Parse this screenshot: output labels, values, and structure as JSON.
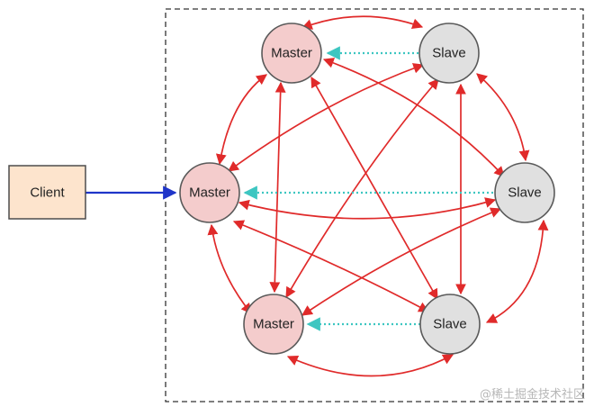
{
  "client": {
    "label": "Client"
  },
  "nodes": [
    {
      "id": "master-1",
      "label": "Master",
      "role": "master"
    },
    {
      "id": "slave-1",
      "label": "Slave",
      "role": "slave"
    },
    {
      "id": "master-2",
      "label": "Master",
      "role": "master"
    },
    {
      "id": "slave-2",
      "label": "Slave",
      "role": "slave"
    },
    {
      "id": "master-3",
      "label": "Master",
      "role": "master"
    },
    {
      "id": "slave-3",
      "label": "Slave",
      "role": "slave"
    }
  ],
  "watermark": "@稀土掘金技术社区",
  "colors": {
    "master_fill": "#f4cccc",
    "slave_fill": "#e0e0e0",
    "node_stroke": "#5a5a5a",
    "client_fill": "#fde4cd",
    "client_stroke": "#4d4d4d",
    "cluster_link": "#e02a2a",
    "replication_link": "#3dc6c1",
    "client_link": "#1f35c9",
    "cluster_border": "#333333"
  }
}
